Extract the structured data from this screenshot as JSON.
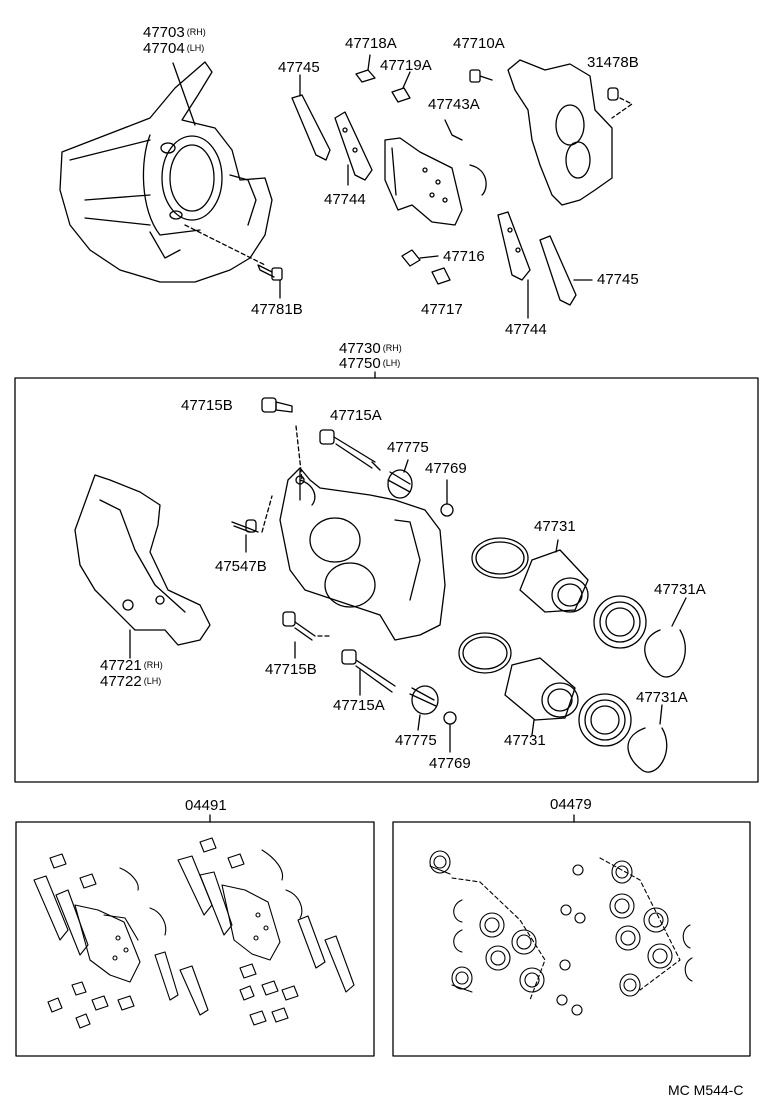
{
  "diagram": {
    "parts_top": {
      "p47703": {
        "no": "47703",
        "side": "(RH)"
      },
      "p47704": {
        "no": "47704",
        "side": "(LH)"
      },
      "p47745a": "47745",
      "p47718A": "47718A",
      "p47719A": "47719A",
      "p47710A": "47710A",
      "p31478B": "31478B",
      "p47743A": "47743A",
      "p47744a": "47744",
      "p47716": "47716",
      "p47745b": "47745",
      "p47781B": "47781B",
      "p47717": "47717",
      "p47744b": "47744"
    },
    "caliper_assembly": {
      "p47730": {
        "no": "47730",
        "side": "(RH)"
      },
      "p47750": {
        "no": "47750",
        "side": "(LH)"
      },
      "p47715B_top": "47715B",
      "p47715A_top": "47715A",
      "p47775_top": "47775",
      "p47769_top": "47769",
      "p47731_top": "47731",
      "p47731A_top": "47731A",
      "p47547B": "47547B",
      "p47721": {
        "no": "47721",
        "side": "(RH)"
      },
      "p47722": {
        "no": "47722",
        "side": "(LH)"
      },
      "p47715B_bot": "47715B",
      "p47715A_bot": "47715A",
      "p47775_bot": "47775",
      "p47769_bot": "47769",
      "p47731_bot": "47731",
      "p47731A_bot": "47731A"
    },
    "kits": {
      "pad_kit": "04491",
      "seal_kit": "04479"
    },
    "code": "MC M544-C"
  }
}
